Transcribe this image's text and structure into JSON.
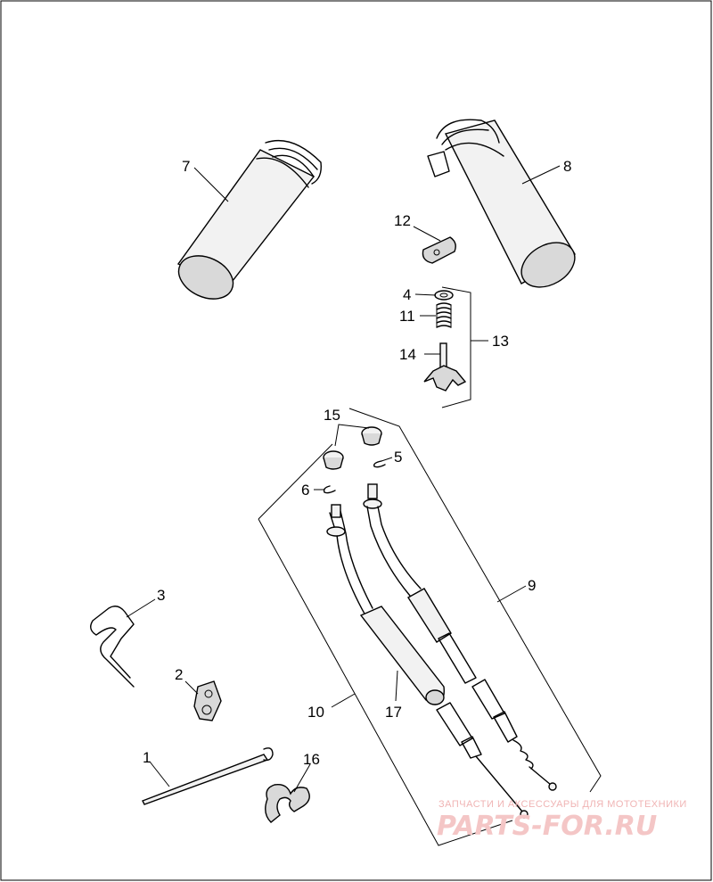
{
  "callouts": [
    "1",
    "2",
    "3",
    "4",
    "5",
    "6",
    "7",
    "8",
    "9",
    "10",
    "11",
    "12",
    "13",
    "14",
    "15",
    "16",
    "17"
  ],
  "watermark": {
    "line1": "ЗАПЧАСТИ И АКСЕССУАРЫ ДЛЯ МОТОТЕХНИКИ",
    "line2": "PARTS-FOR.RU"
  }
}
